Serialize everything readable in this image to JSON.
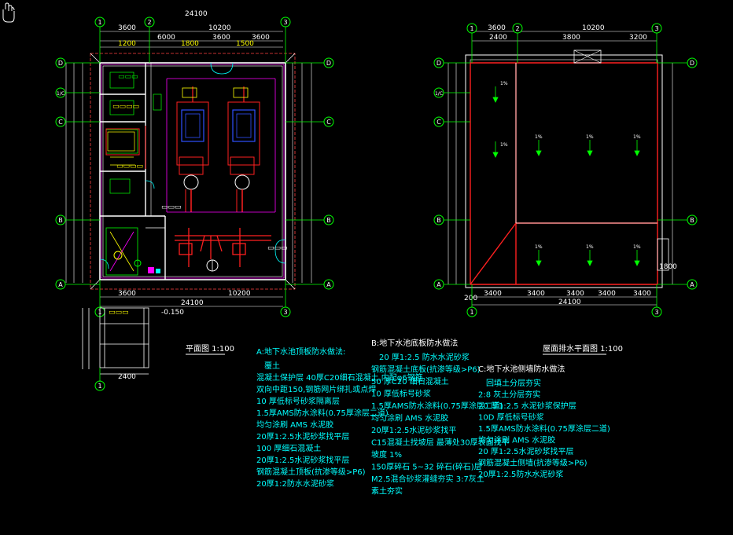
{
  "axis_labels": {
    "plan": {
      "top": [
        "1",
        "2",
        "3"
      ],
      "left": [
        "D",
        "1/C",
        "C",
        "B",
        "A"
      ],
      "right": [
        "D",
        "C",
        "B",
        "A"
      ],
      "bottom": [
        "1",
        "3"
      ],
      "extension_bottom": "1"
    },
    "roof": {
      "top": [
        "1",
        "2",
        "3"
      ],
      "left": [
        "D",
        "1/C",
        "C",
        "B",
        "A"
      ],
      "right": [
        "D",
        "B",
        "A"
      ],
      "bottom": [
        "1",
        "3"
      ]
    }
  },
  "titles": {
    "plan": "平面图 1:100",
    "roof": "屋面排水平面图 1:100"
  },
  "notes": {
    "A": {
      "heading": "A:地下水池顶板防水做法:",
      "lines": [
        "覆土",
        "混凝土保护层 40厚C20细石混凝土,内配φ6钢筋,",
        "双向中距150,钢筋网片绑扎或点焊",
        "10 厚低标号砂浆隔离层",
        "1.5厚AMS防水涂料(0.75厚涂层二道)",
        "均匀涂刷 AMS 水泥胶",
        "20厚1:2.5水泥砂浆找平层",
        "100 厚细石混凝土",
        "20厚1:2.5水泥砂浆找平层",
        "钢筋混凝土顶板(抗渗等级>P6)",
        "20厚1:2防水水泥砂浆"
      ]
    },
    "B": {
      "heading": "B:地下水池底板防水做法",
      "lines": [
        "20 厚1:2.5 防水水泥砂浆",
        "钢筋混凝土底板(抗渗等级>P6)",
        "50 厚C20 细石混凝土",
        "10 厚低标号砂浆",
        "1.5厚AMS防水涂料(0.75厚涂层二道)",
        "均匀涂刷 AMS 水泥胶",
        "20厚1:2.5水泥砂浆找平",
        "C15混凝土找坡层 最薄处30厚表面找平",
        "坡度 1%",
        "150厚碎石 5~32 碎石(碎石)层",
        "M2.5混合砂浆灌缝夯实 3:7灰土",
        "素土夯实"
      ]
    },
    "C": {
      "heading": "C:地下水池侧墙防水做法",
      "lines": [
        "回填土分层夯实",
        "2:8 灰土分层夯实",
        "20 厚1:2.5 水泥砂浆保护层",
        "10D 厚低标号砂浆",
        "1.5厚AMS防水涂料(0.75厚涂层二道)",
        "均匀涂刷 AMS 水泥胶",
        "20 厚1:2.5水泥砂浆找平层",
        "钢筋混凝土侧墙(抗渗等级>P6)",
        "20厚1:2.5防水水泥砂浆"
      ]
    }
  },
  "colors": {
    "background": "#000000",
    "wall": "#ffffff",
    "axis": "#00ff00",
    "text": "#ffffff",
    "equipment_red": "#ff2020",
    "equipment_blue": "#3050ff",
    "pipe_magenta": "#ff00ff",
    "dim_cyan": "#00ffff",
    "dim_yellow": "#ffff00"
  },
  "icons": [
    "hand-cursor-icon"
  ]
}
